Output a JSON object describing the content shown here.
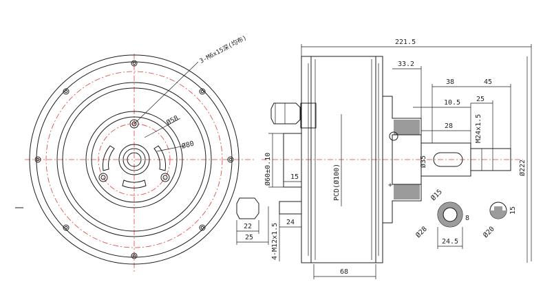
{
  "colors": {
    "line": "#1b1b1b",
    "centerline": "#e53935",
    "hatch": "#9b9b9b",
    "background": "#ffffff"
  },
  "front_view": {
    "hole_note": "3-M6x15深(均布)",
    "dia_58": "Ø58",
    "dia_80": "Ø80"
  },
  "side_view": {
    "overall_width": "221.5",
    "dim_33_2": "33.2",
    "dim_38": "38",
    "dim_45": "45",
    "dim_10_5": "10.5",
    "dim_25_top": "25",
    "dim_28": "28",
    "thread_m24": "M24x1.5",
    "dia_35": "Ø35",
    "dia_60": "Ø60±0.10",
    "dim_15": "15",
    "pcd": "PCD(Ø100)",
    "dim_22": "22",
    "dim_25_bottom": "25",
    "dim_24": "24",
    "thread_m12": "4-M12x1.5",
    "dim_68": "68",
    "dia_222": "Ø222"
  },
  "shaft_sections": {
    "dia_15": "Ø15",
    "dim_8": "8",
    "dia_28": "Ø28",
    "dim_24_5": "24.5",
    "dia_20": "Ø20",
    "dim_15_small": "15"
  }
}
